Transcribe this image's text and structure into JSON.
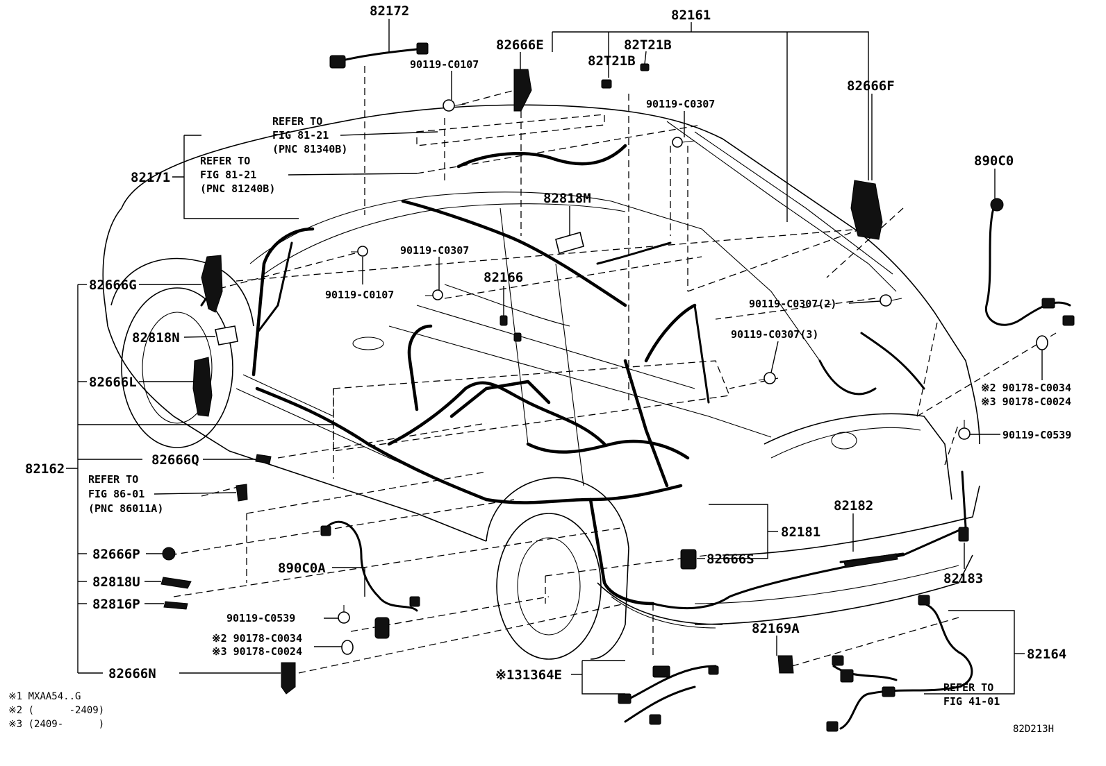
{
  "diagram": {
    "labels": {
      "p82172": "82172",
      "p82161": "82161",
      "p82666E": "82666E",
      "p82T21B_a": "82T21B",
      "p82T21B_b": "82T21B",
      "p90119_C0107_top": "90119-C0107",
      "p82666F": "82666F",
      "p90119_C0307_top": "90119-C0307",
      "refer_a_1": "REFER TO",
      "refer_a_2": "FIG 81-21",
      "refer_a_3": "(PNC 81340B)",
      "refer_b_1": "REFER TO",
      "refer_b_2": "FIG 81-21",
      "refer_b_3": "(PNC 81240B)",
      "p82171": "82171",
      "p82818M": "82818M",
      "p890C0": "890C0",
      "p90119_C0307_mid": "90119-C0307",
      "p82166": "82166",
      "p82666G": "82666G",
      "p90119_C0107_mid": "90119-C0107",
      "p90119_C0307_2": "90119-C0307(2)",
      "p90119_C0307_3": "90119-C0307(3)",
      "p82818N": "82818N",
      "p82666L": "82666L",
      "note2_90178_C0034_right": "※2 90178-C0034",
      "note3_90178_C0024_right": "※3 90178-C0024",
      "p90119_C0539_right": "90119-C0539",
      "p82666Q": "82666Q",
      "p82162": "82162",
      "refer_c_1": "REFER TO",
      "refer_c_2": "FIG 86-01",
      "refer_c_3": "(PNC 86011A)",
      "p82182": "82182",
      "p82181": "82181",
      "p890C0A": "890C0A",
      "p82666P": "82666P",
      "p82666S": "82666S",
      "p82183": "82183",
      "p82818U": "82818U",
      "p82816P": "82816P",
      "p90119_C0539_left": "90119-C0539",
      "note2_90178_C0034_left": "※2 90178-C0034",
      "note3_90178_C0024_left": "※3 90178-C0024",
      "p82169A": "82169A",
      "p82164": "82164",
      "p82666N": "82666N",
      "p31364E": "※131364E",
      "refer_d_1": "REFER TO",
      "refer_d_2": "FIG 41-01"
    },
    "footnotes": {
      "n1": "※1 MXAA54..G",
      "n2": "※2 (      -2409)",
      "n3": "※3 (2409-      )"
    },
    "figure_id": "82D213H"
  }
}
